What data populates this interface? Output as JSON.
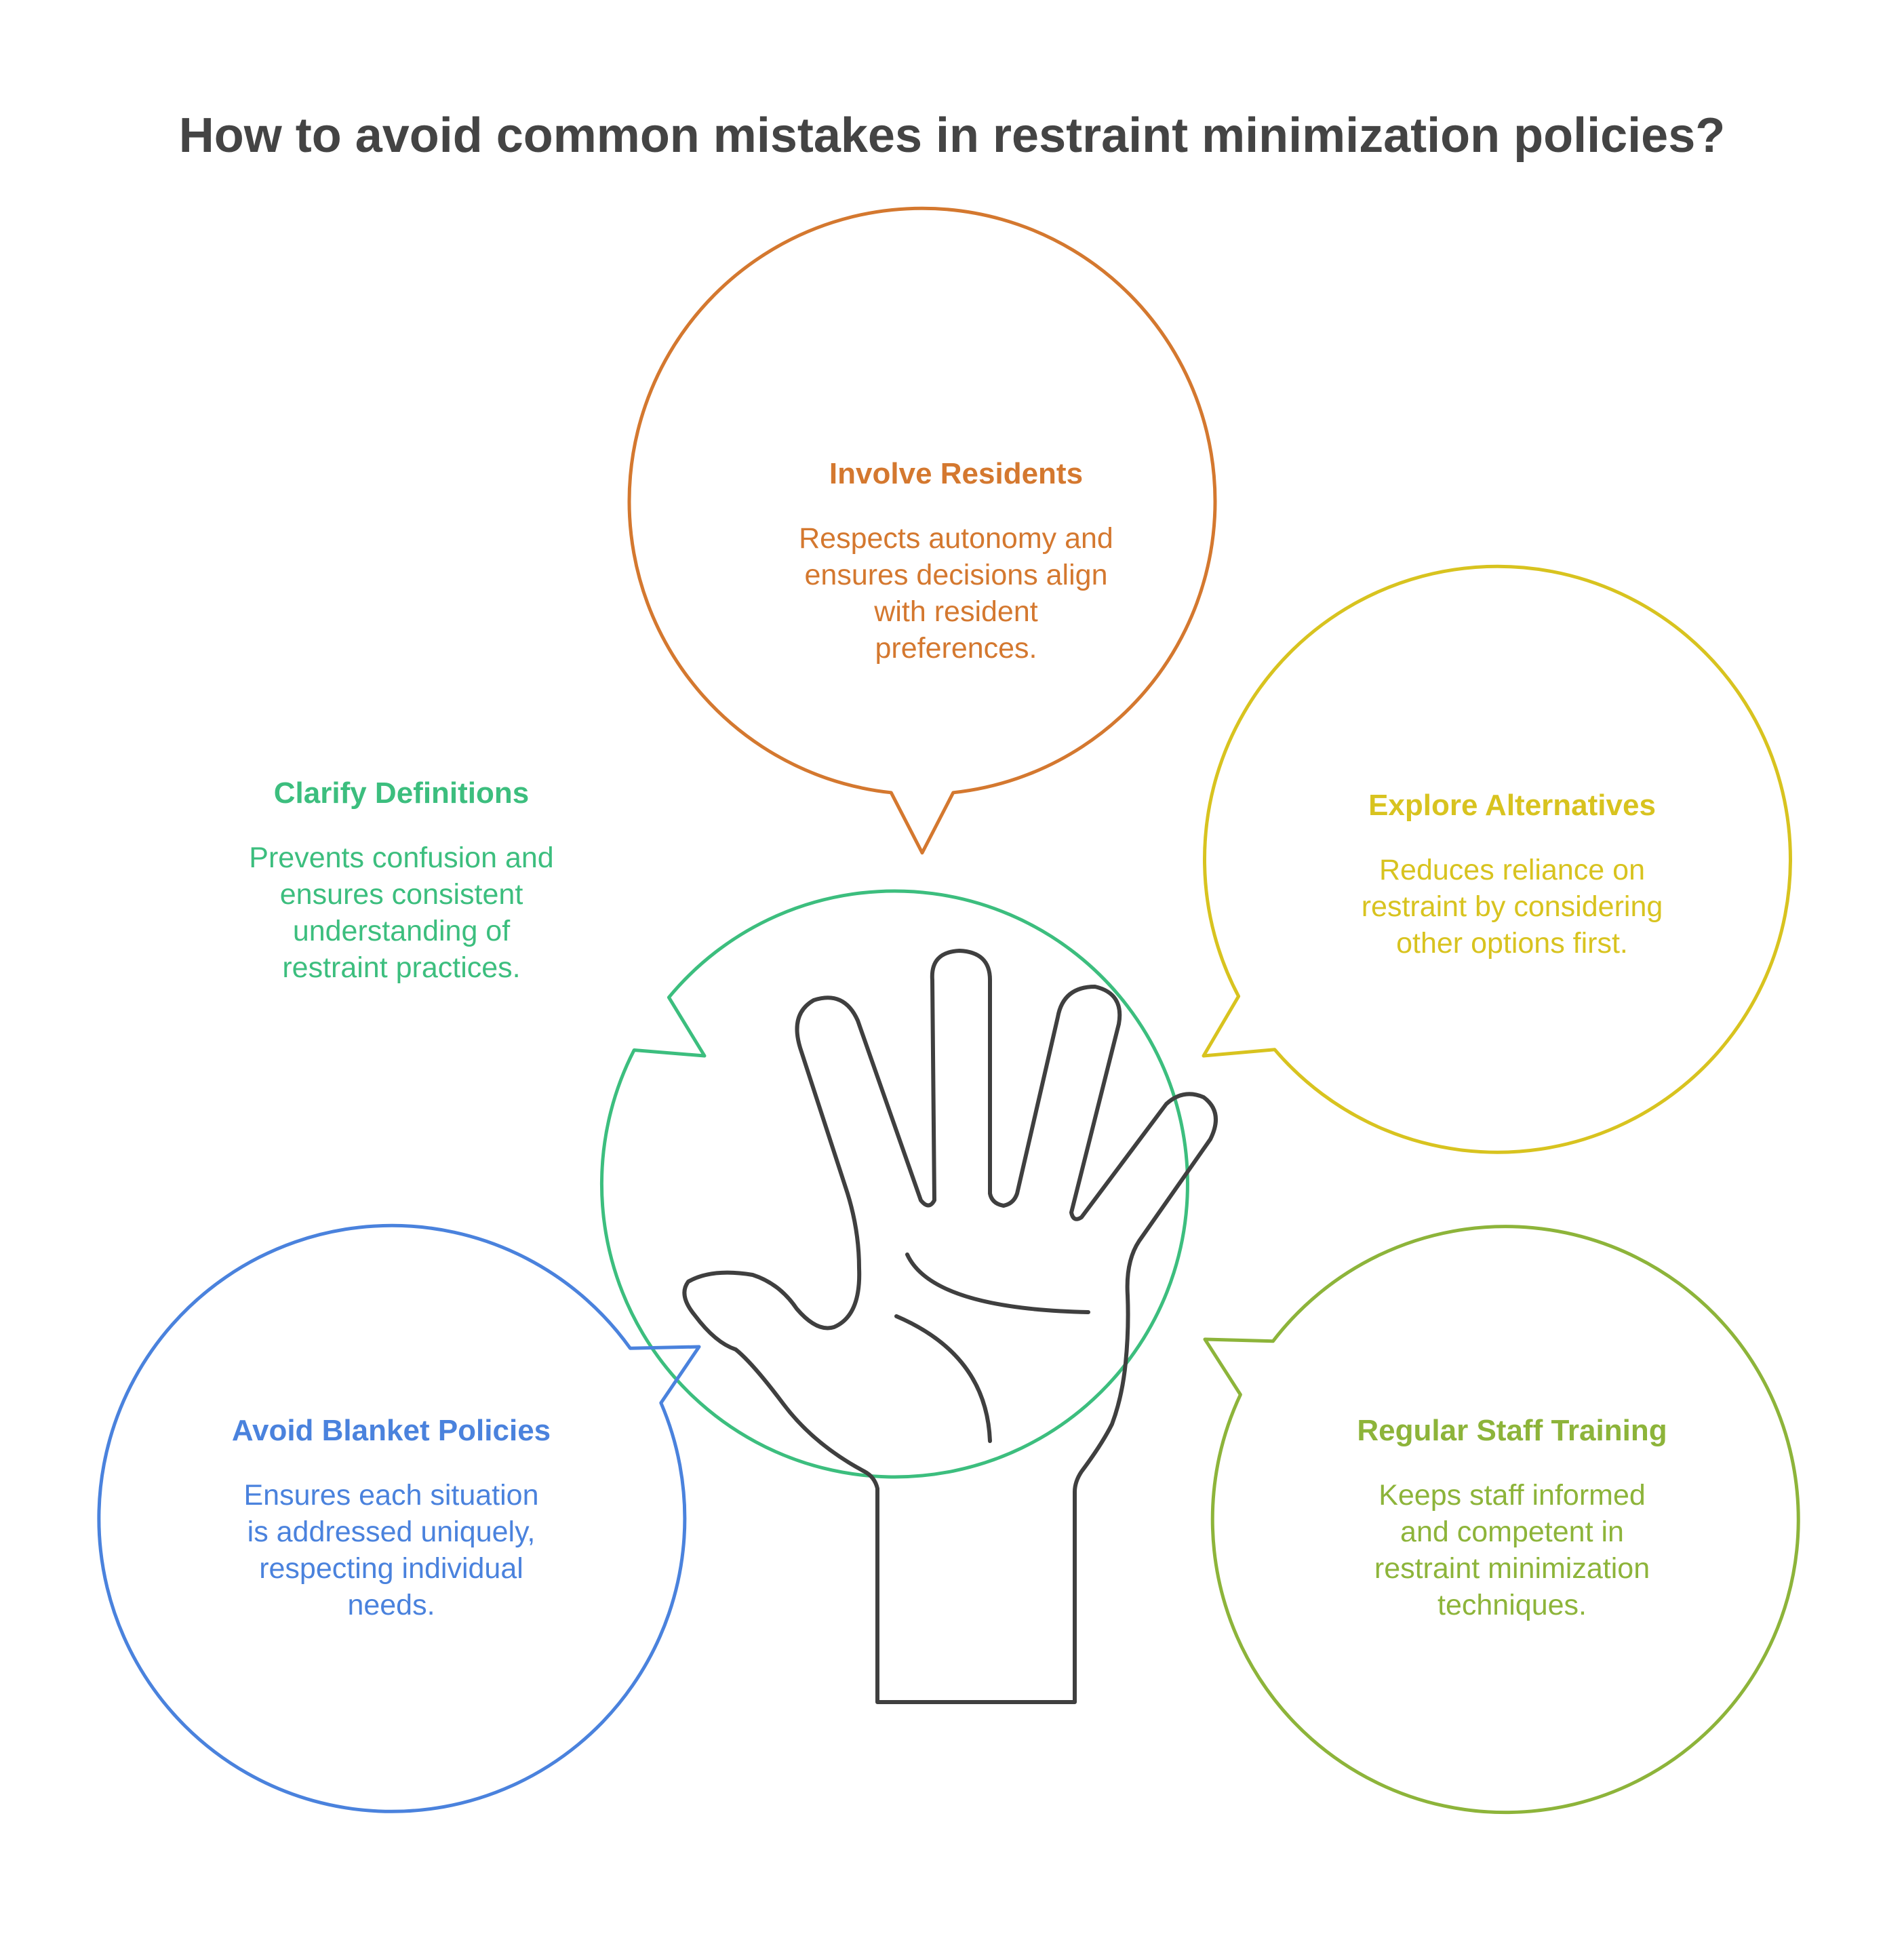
{
  "title": "How to avoid common mistakes in restraint minimization policies?",
  "colors": {
    "involve": "#D4782F",
    "clarify": "#3CBE7E",
    "explore": "#D8C31F",
    "avoid": "#4A82DD",
    "training": "#8DB43A",
    "hand": "#3F3F3F",
    "title": "#444444"
  },
  "icons": {
    "center": "raised-hand-icon"
  },
  "bubbles": {
    "involve": {
      "heading": "Involve Residents",
      "line1": "Respects autonomy and",
      "line2": "ensures decisions align",
      "line3": "with resident",
      "line4": "preferences."
    },
    "clarify": {
      "heading": "Clarify Definitions",
      "line1": "Prevents confusion and",
      "line2": "ensures consistent",
      "line3": "understanding of",
      "line4": "restraint practices."
    },
    "explore": {
      "heading": "Explore Alternatives",
      "line1": "Reduces reliance on",
      "line2": "restraint by considering",
      "line3": "other options first."
    },
    "avoid": {
      "heading": "Avoid Blanket Policies",
      "line1": "Ensures each situation",
      "line2": "is addressed uniquely,",
      "line3": "respecting individual",
      "line4": "needs."
    },
    "training": {
      "heading": "Regular Staff Training",
      "line1": "Keeps staff informed",
      "line2": "and competent in",
      "line3": "restraint minimization",
      "line4": "techniques."
    }
  }
}
